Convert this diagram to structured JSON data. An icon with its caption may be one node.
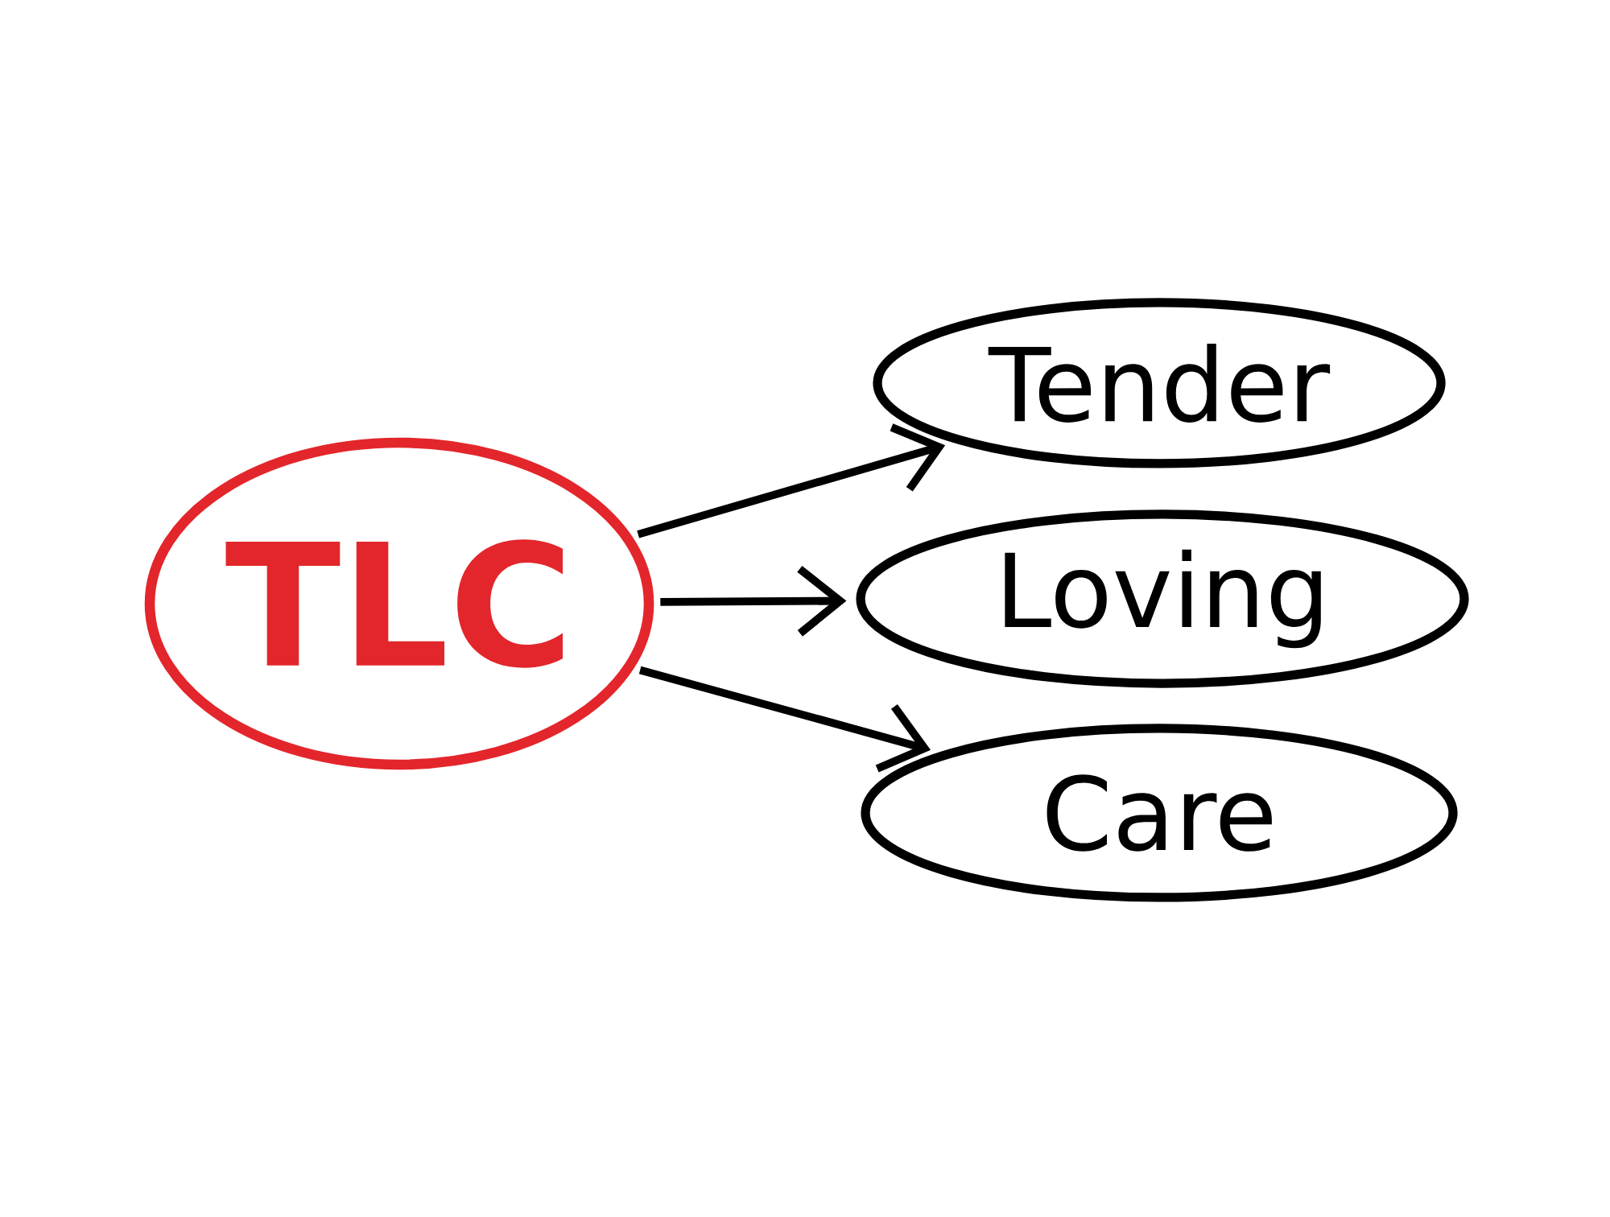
{
  "diagram": {
    "nodes": [
      {
        "text": [
          "TLC"
        ]
      },
      {
        "text": [
          "Tender"
        ]
      },
      {
        "text": [
          "Loving"
        ]
      },
      {
        "text": [
          "Care"
        ]
      }
    ],
    "edges": [
      {
        "from": 0,
        "to": 1,
        "arrow": "to"
      },
      {
        "from": 0,
        "to": 2,
        "arrow": "to"
      },
      {
        "from": 0,
        "to": 3,
        "arrow": "to"
      }
    ]
  }
}
